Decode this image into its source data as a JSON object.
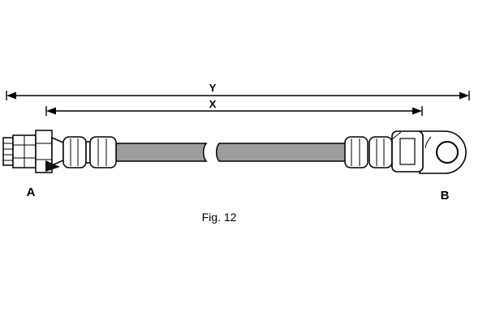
{
  "figure": {
    "caption": "Fig. 12",
    "labels": {
      "dim_y": "Y",
      "dim_x": "X",
      "end_a": "A",
      "end_b": "B"
    },
    "colors": {
      "line": "#000000",
      "hose_fill": "#9c9c9c",
      "background": "#ffffff"
    }
  }
}
